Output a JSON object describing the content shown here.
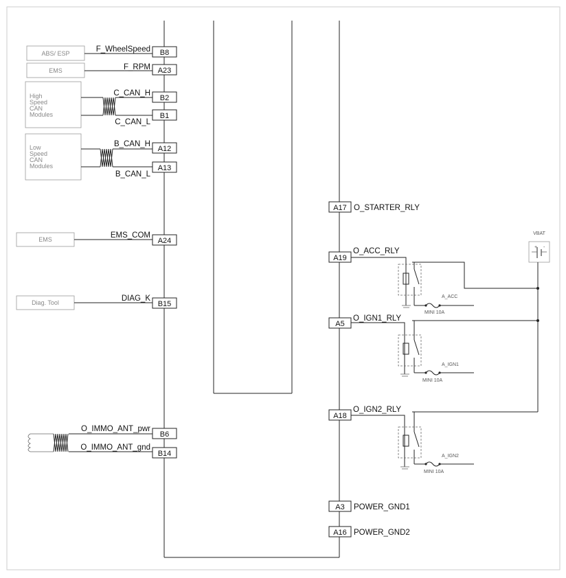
{
  "colors": {
    "wire": "#222222",
    "light": "#666666",
    "module_text": "#888888",
    "module_border": "#999999",
    "frame": "#cccccc"
  },
  "left_modules": {
    "abs_esp": "ABS/ ESP",
    "ems_top": "EMS",
    "high_speed": [
      "High",
      "Speed",
      "CAN",
      "Modules"
    ],
    "low_speed": [
      "Low",
      "Speed",
      "CAN",
      "Modules"
    ],
    "ems_com": "EMS",
    "diag_tool": "Diag. Tool"
  },
  "left_pins": [
    {
      "pin": "B8",
      "signal": "F_WheelSpeed"
    },
    {
      "pin": "A23",
      "signal": "F_RPM"
    },
    {
      "pin": "B2",
      "signal": "C_CAN_H"
    },
    {
      "pin": "B1",
      "signal": "C_CAN_L"
    },
    {
      "pin": "A12",
      "signal": "B_CAN_H"
    },
    {
      "pin": "A13",
      "signal": "B_CAN_L"
    },
    {
      "pin": "A24",
      "signal": "EMS_COM"
    },
    {
      "pin": "B15",
      "signal": "DIAG_K"
    },
    {
      "pin": "B6",
      "signal": "O_IMMO_ANT_pwr"
    },
    {
      "pin": "B14",
      "signal": "O_IMMO_ANT_gnd"
    }
  ],
  "right_pins": [
    {
      "pin": "A17",
      "signal": "O_STARTER_RLY"
    },
    {
      "pin": "A19",
      "signal": "O_ACC_RLY"
    },
    {
      "pin": "A5",
      "signal": "O_IGN1_RLY"
    },
    {
      "pin": "A18",
      "signal": "O_IGN2_RLY"
    },
    {
      "pin": "A3",
      "signal": "POWER_GND1"
    },
    {
      "pin": "A16",
      "signal": "POWER_GND2"
    }
  ],
  "relays": [
    {
      "fuse": "MINI 10A",
      "name": "A_ACC"
    },
    {
      "fuse": "MINI 10A",
      "name": "A_IGN1"
    },
    {
      "fuse": "MINI 10A",
      "name": "A_IGN2"
    }
  ],
  "battery": {
    "label": "VBAT",
    "plus": "+",
    "minus": "-"
  }
}
